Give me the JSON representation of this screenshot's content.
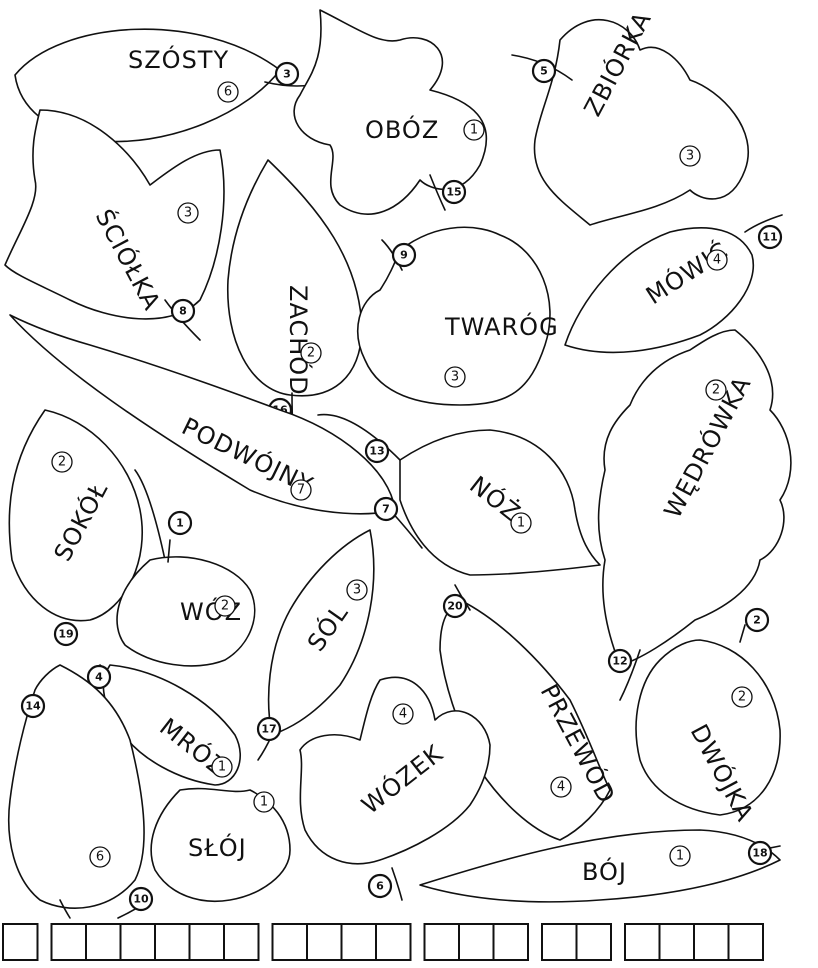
{
  "leaves": [
    {
      "word": "SZÓSTY",
      "count": "6",
      "tag": "3"
    },
    {
      "word": "OBÓZ",
      "count": "1",
      "tag": "15"
    },
    {
      "word": "ZBIÓRKA",
      "count": "3",
      "tag": "5"
    },
    {
      "word": "ŚCIÓŁKA",
      "count": "3",
      "tag": "8"
    },
    {
      "word": "ZACHÓD",
      "count": "2",
      "tag": "16"
    },
    {
      "word": "TWARÓG",
      "count": "3",
      "tag": "9"
    },
    {
      "word": "MÓWIĆ",
      "count": "4",
      "tag": "11"
    },
    {
      "word": "PODWÓJNY",
      "count": "7",
      "tag": "7"
    },
    {
      "word": "NÓŻ",
      "count": "1",
      "tag": "13"
    },
    {
      "word": "WĘDRÓWKA",
      "count": "2",
      "tag": "12"
    },
    {
      "word": "SOKÓŁ",
      "count": "2",
      "tag": "19"
    },
    {
      "word": "WÓZ",
      "count": "2",
      "tag": "1"
    },
    {
      "word": "SÓL",
      "count": "3",
      "tag": "17"
    },
    {
      "word": "PRZEWÓD",
      "count": "4",
      "tag": "20"
    },
    {
      "word": "DWÓJKA",
      "count": "2",
      "tag": "2"
    },
    {
      "word": "MRÓZ",
      "count": "1",
      "tag": "4"
    },
    {
      "word": "WÓZEK",
      "count": "4",
      "tag": "6"
    },
    {
      "word": "SŁÓJ",
      "count": "1",
      "tag": "10"
    },
    {
      "word": "BÓJ",
      "count": "1",
      "tag": "18"
    },
    {
      "word": "",
      "count": "6",
      "tag": "14"
    }
  ],
  "answer_groups": [
    1,
    6,
    4,
    3,
    2,
    4
  ]
}
